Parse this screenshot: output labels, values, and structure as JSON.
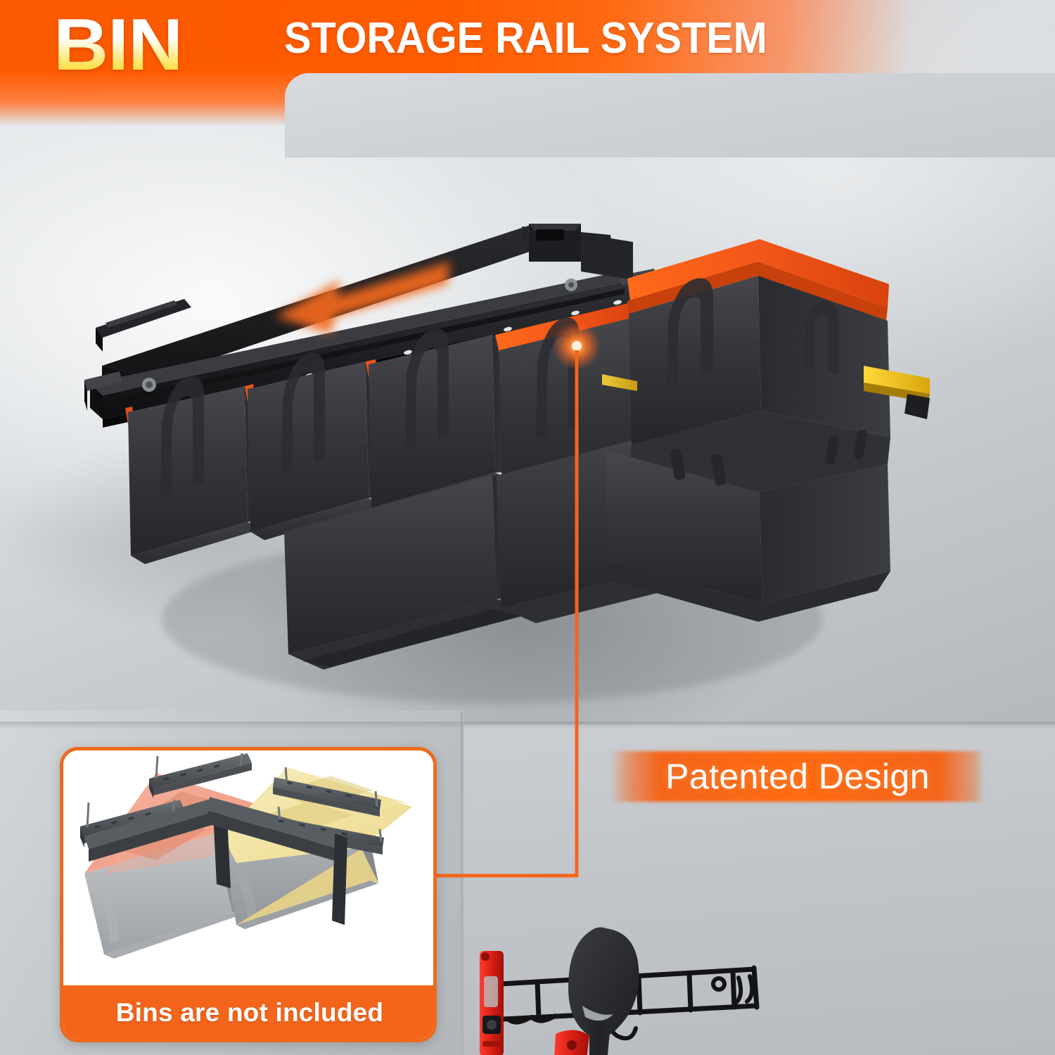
{
  "header": {
    "brand": "BIN",
    "headline": "STORAGE RAIL SYSTEM",
    "brand_gradient_top": "#ffffff",
    "brand_gradient_bottom": "#ffd400",
    "band_color": "#ff5c00",
    "panel_color": "#d2d6da"
  },
  "callouts": {
    "patented_design": "Patented Design",
    "patented_band_color": "#f4651b"
  },
  "inset": {
    "caption": "Bins are not included",
    "border_color": "#ee6a1e",
    "caption_bg": "#f4651b",
    "card_bg": "#ffffff",
    "bin_lid_colors": [
      "#f2a08c",
      "#f2e2a8"
    ],
    "bin_body_color": "#b4b8bb",
    "rail_color": "#555a5f"
  },
  "scene": {
    "rail_color": "#1c1c1e",
    "bin_color": "#343539",
    "accent_orange": "#ff5a1f",
    "accent_yellow": "#f5c518",
    "ceiling_color": "#dadee1",
    "wall_color": "#c2c5c9",
    "bin_count": 6,
    "arrow_direction": "left",
    "arrow_color": "#f2691e"
  },
  "wall_tools": {
    "rack_color": "#1a1a1c",
    "shovel_color": "#2b2b2e",
    "level_color": "#e02020"
  }
}
